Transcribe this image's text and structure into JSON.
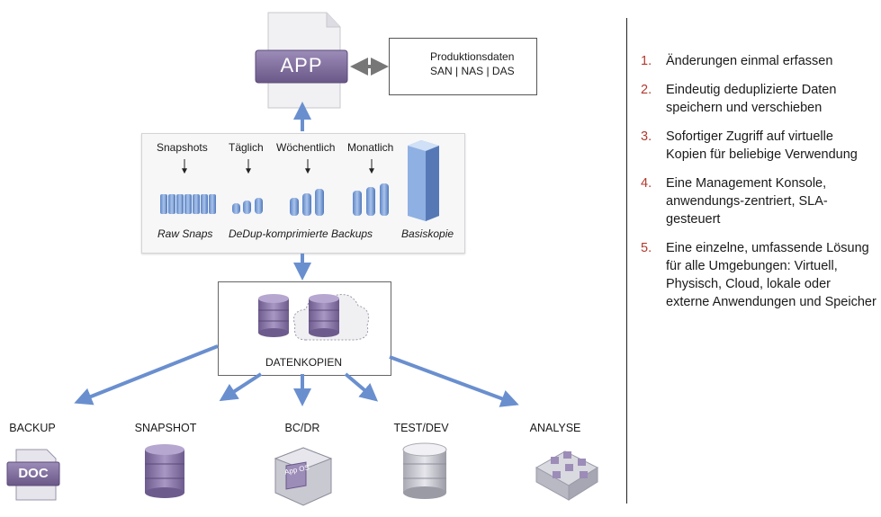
{
  "app_label": "APP",
  "production": {
    "title": "Produktionsdaten",
    "subtitle": "SAN | NAS | DAS"
  },
  "schedule": {
    "columns": [
      "Snapshots",
      "Täglich",
      "Wöchentlich",
      "Monatlich"
    ],
    "footer": {
      "raw": "Raw Snaps",
      "dedup": "DeDup-komprimierte Backups",
      "base": "Basiskopie"
    }
  },
  "copies_label": "DATENKOPIEN",
  "targets": [
    {
      "label": "BACKUP",
      "icon": "doc-icon",
      "icon_text": "DOC"
    },
    {
      "label": "SNAPSHOT",
      "icon": "database-icon"
    },
    {
      "label": "BC/DR",
      "icon": "app-os-box-icon",
      "icon_text": "App OS"
    },
    {
      "label": "TEST/DEV",
      "icon": "database-icon"
    },
    {
      "label": "ANALYSE",
      "icon": "grid-cubes-icon"
    }
  ],
  "features": [
    {
      "num": "1.",
      "text": "Änderungen einmal erfassen"
    },
    {
      "num": "2.",
      "text": "Eindeutig deduplizierte Daten speichern und verschieben"
    },
    {
      "num": "3.",
      "text": "Sofortiger Zugriff auf virtuelle Kopien für beliebige Verwendung"
    },
    {
      "num": "4.",
      "text": "Eine Management Konsole, anwendungs-zentriert, SLA-gesteuert"
    },
    {
      "num": "5.",
      "text": "Eine einzelne, umfassende Lösung für alle Umgebungen: Virtuell, Physisch, Cloud, lokale oder externe Anwendungen und Speicher"
    }
  ],
  "colors": {
    "purple": "#7d6a9a",
    "purple_dark": "#5b4a78",
    "blue": "#6a8fcf",
    "red_num": "#b03a2e"
  }
}
